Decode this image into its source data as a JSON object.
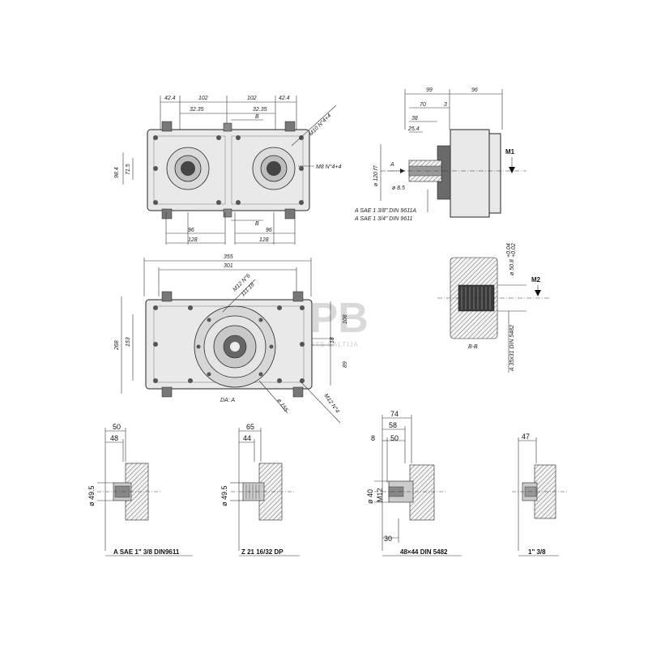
{
  "watermark": {
    "logo": "APB",
    "tagline": "APB-PARTS.BALTIJA"
  },
  "top_view": {
    "dims_top": [
      "42.4",
      "102",
      "102",
      "42.4"
    ],
    "dims_inner": [
      "32.35",
      "32.35"
    ],
    "section_marks": [
      "B",
      "B"
    ],
    "left_dims": [
      "98.4",
      "71.5"
    ],
    "bottom_dims_inner": [
      "96",
      "96"
    ],
    "bottom_dims_outer": [
      "128",
      "128"
    ],
    "callouts": [
      "M10 N°4+4",
      "M8 N°4+4"
    ]
  },
  "side_view": {
    "dims_top": [
      "99",
      "96"
    ],
    "dims_mid": [
      "70",
      "3"
    ],
    "dims_small": [
      "38",
      "25.4"
    ],
    "diameter_labels": [
      "ø 120 f7",
      "ø 8.5"
    ],
    "arrow_label": "A",
    "motor_label": "M1",
    "spline_notes": [
      "A SAE 1 3/8\" DIN 9611A",
      "A SAE 1 3/4\" DIN 9611"
    ]
  },
  "front_view": {
    "dims_top": [
      "355",
      "301"
    ],
    "dims_left": [
      "268",
      "153"
    ],
    "dims_right": [
      "108",
      "18",
      "89"
    ],
    "callouts": [
      "M12 N°6",
      "111.18",
      "ø 155",
      "M12 N°4"
    ],
    "view_label": "DA: A"
  },
  "section_bb": {
    "motor_label": "M2",
    "tolerance_label": "ø 50.8",
    "spline_note": "A 35x31 DIN 5482",
    "tolerance_small": [
      "+0.04",
      "+0.02"
    ],
    "view_label": "B-B"
  },
  "details": [
    {
      "top": "50",
      "mid": "48",
      "dia": "ø 49.5",
      "label": "A SAE 1\" 3/8 DIN9611"
    },
    {
      "top": "65",
      "mid": "44",
      "dia": "ø 49.5",
      "label": "Z 21  16/32 DP"
    },
    {
      "top": "74",
      "mid": "58",
      "extra": [
        "8",
        "50"
      ],
      "dia": "ø 40",
      "thread": "M12",
      "bottom": "30",
      "label": "48×44 DIN 5482"
    },
    {
      "top": "47",
      "label": "1\" 3/8"
    }
  ]
}
